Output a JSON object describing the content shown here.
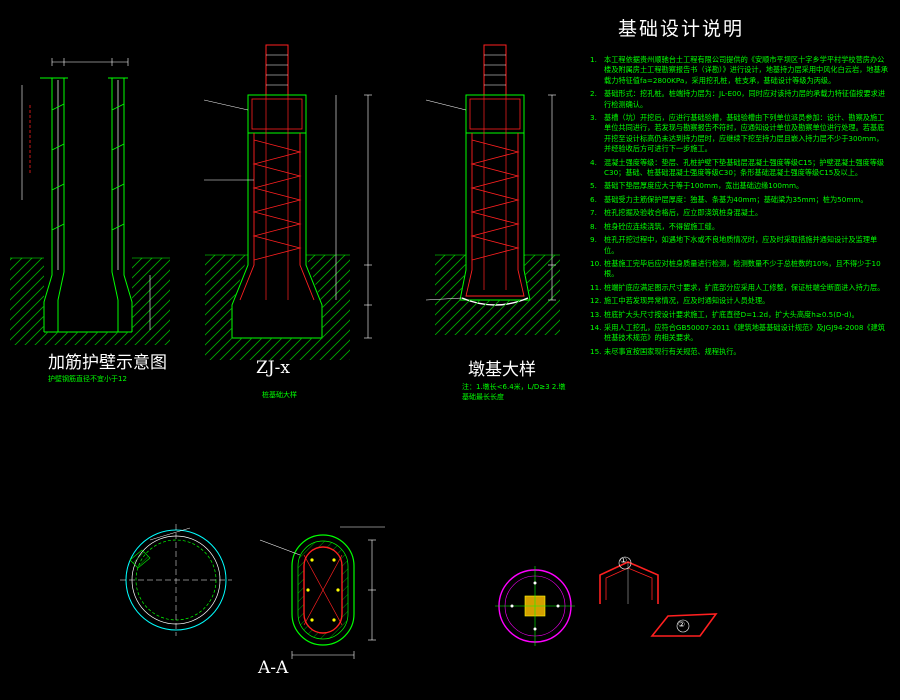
{
  "notes": {
    "title": "基础设计说明",
    "items": [
      {
        "num": "1.",
        "text": "本工程依据贵州顺驰台土工程有限公司提供的《安顺市平坝区十字乡学平村学校营房办公楼及附属房土工程勘察报告书（详勘）》进行设计，地基持力层采用中风化白云岩，地基承载力特征值fa=2800KPa，采用挖孔桩，桩支承，基础设计等级为丙级。"
      },
      {
        "num": "2.",
        "text": "基础形式：挖孔桩。桩端持力层为：JL-E00，同时应对该持力层的承载力特征值按要求进行检测确认。"
      },
      {
        "num": "3.",
        "text": "基槽（坑）开挖后，应进行基础验槽，基础验槽由下列单位派员参加：设计、勘察及施工单位共同进行，若发现与勘察报告不符时，应通知设计单位及勘察单位进行处理。若基底开挖至设计标高仍未达到持力层时，应继续下挖至持力层且嵌入持力层不少于300mm，并经验收后方可进行下一步施工。"
      },
      {
        "num": "4.",
        "text": "混凝土强度等级：垫层、孔桩护壁下垫基础层混凝土强度等级C15；护壁混凝土强度等级C30；基础、桩基础混凝土强度等级C30；条形基础混凝土强度等级C15及以上。"
      },
      {
        "num": "5.",
        "text": "基础下垫层厚度应大于等于100mm，宽出基础边缘100mm。"
      },
      {
        "num": "6.",
        "text": "基础受力主筋保护层厚度：独基、条基为40mm；基础梁为35mm；桩为50mm。"
      },
      {
        "num": "7.",
        "text": "桩孔挖掘及验收合格后，应立即浇筑桩身混凝土。"
      },
      {
        "num": "8.",
        "text": "桩身砼应连续浇筑，不得留施工缝。"
      },
      {
        "num": "9.",
        "text": "桩孔开挖过程中，如遇地下水或不良地质情况时，应及时采取措施并通知设计及监理单位。"
      },
      {
        "num": "10.",
        "text": "桩基施工完毕后应对桩身质量进行检测，检测数量不少于总桩数的10%，且不得少于10根。"
      },
      {
        "num": "11.",
        "text": "桩端扩底应满足图示尺寸要求，扩底部分应采用人工修整，保证桩端全断面进入持力层。"
      },
      {
        "num": "12.",
        "text": "施工中若发现异常情况，应及时通知设计人员处理。"
      },
      {
        "num": "13.",
        "text": "桩底扩大头尺寸按设计要求施工，扩底直径D=1.2d，扩大头高度h≥0.5(D-d)。"
      },
      {
        "num": "14.",
        "text": "采用人工挖孔，应符合GB50007-2011《建筑地基基础设计规范》及JGJ94-2008《建筑桩基技术规范》的相关要求。"
      },
      {
        "num": "15.",
        "text": "未尽事宜按国家现行有关规范、规程执行。"
      }
    ]
  },
  "drawings": {
    "wall_title": "加筋护壁示意图",
    "wall_sub": "护壁钢筋直径不宜小于12",
    "zj_title": "ZJ-x",
    "zj_sub": "桩基础大样",
    "cap_title": "墩基大样",
    "cap_note": "注：1.墩长<6.4米，L/D≥3  2.墩基础最长长度",
    "aa_title": "A-A",
    "rebar_label_1": "①",
    "rebar_label_2": "②"
  },
  "colors": {
    "background": "#000000",
    "concrete": "#00ff00",
    "rebar": "#ff2020",
    "dimension": "#00ffff",
    "text": "#ffffff",
    "hatch": "#00cc00",
    "highlight": "#ff00ff",
    "accent": "#ffff00"
  }
}
